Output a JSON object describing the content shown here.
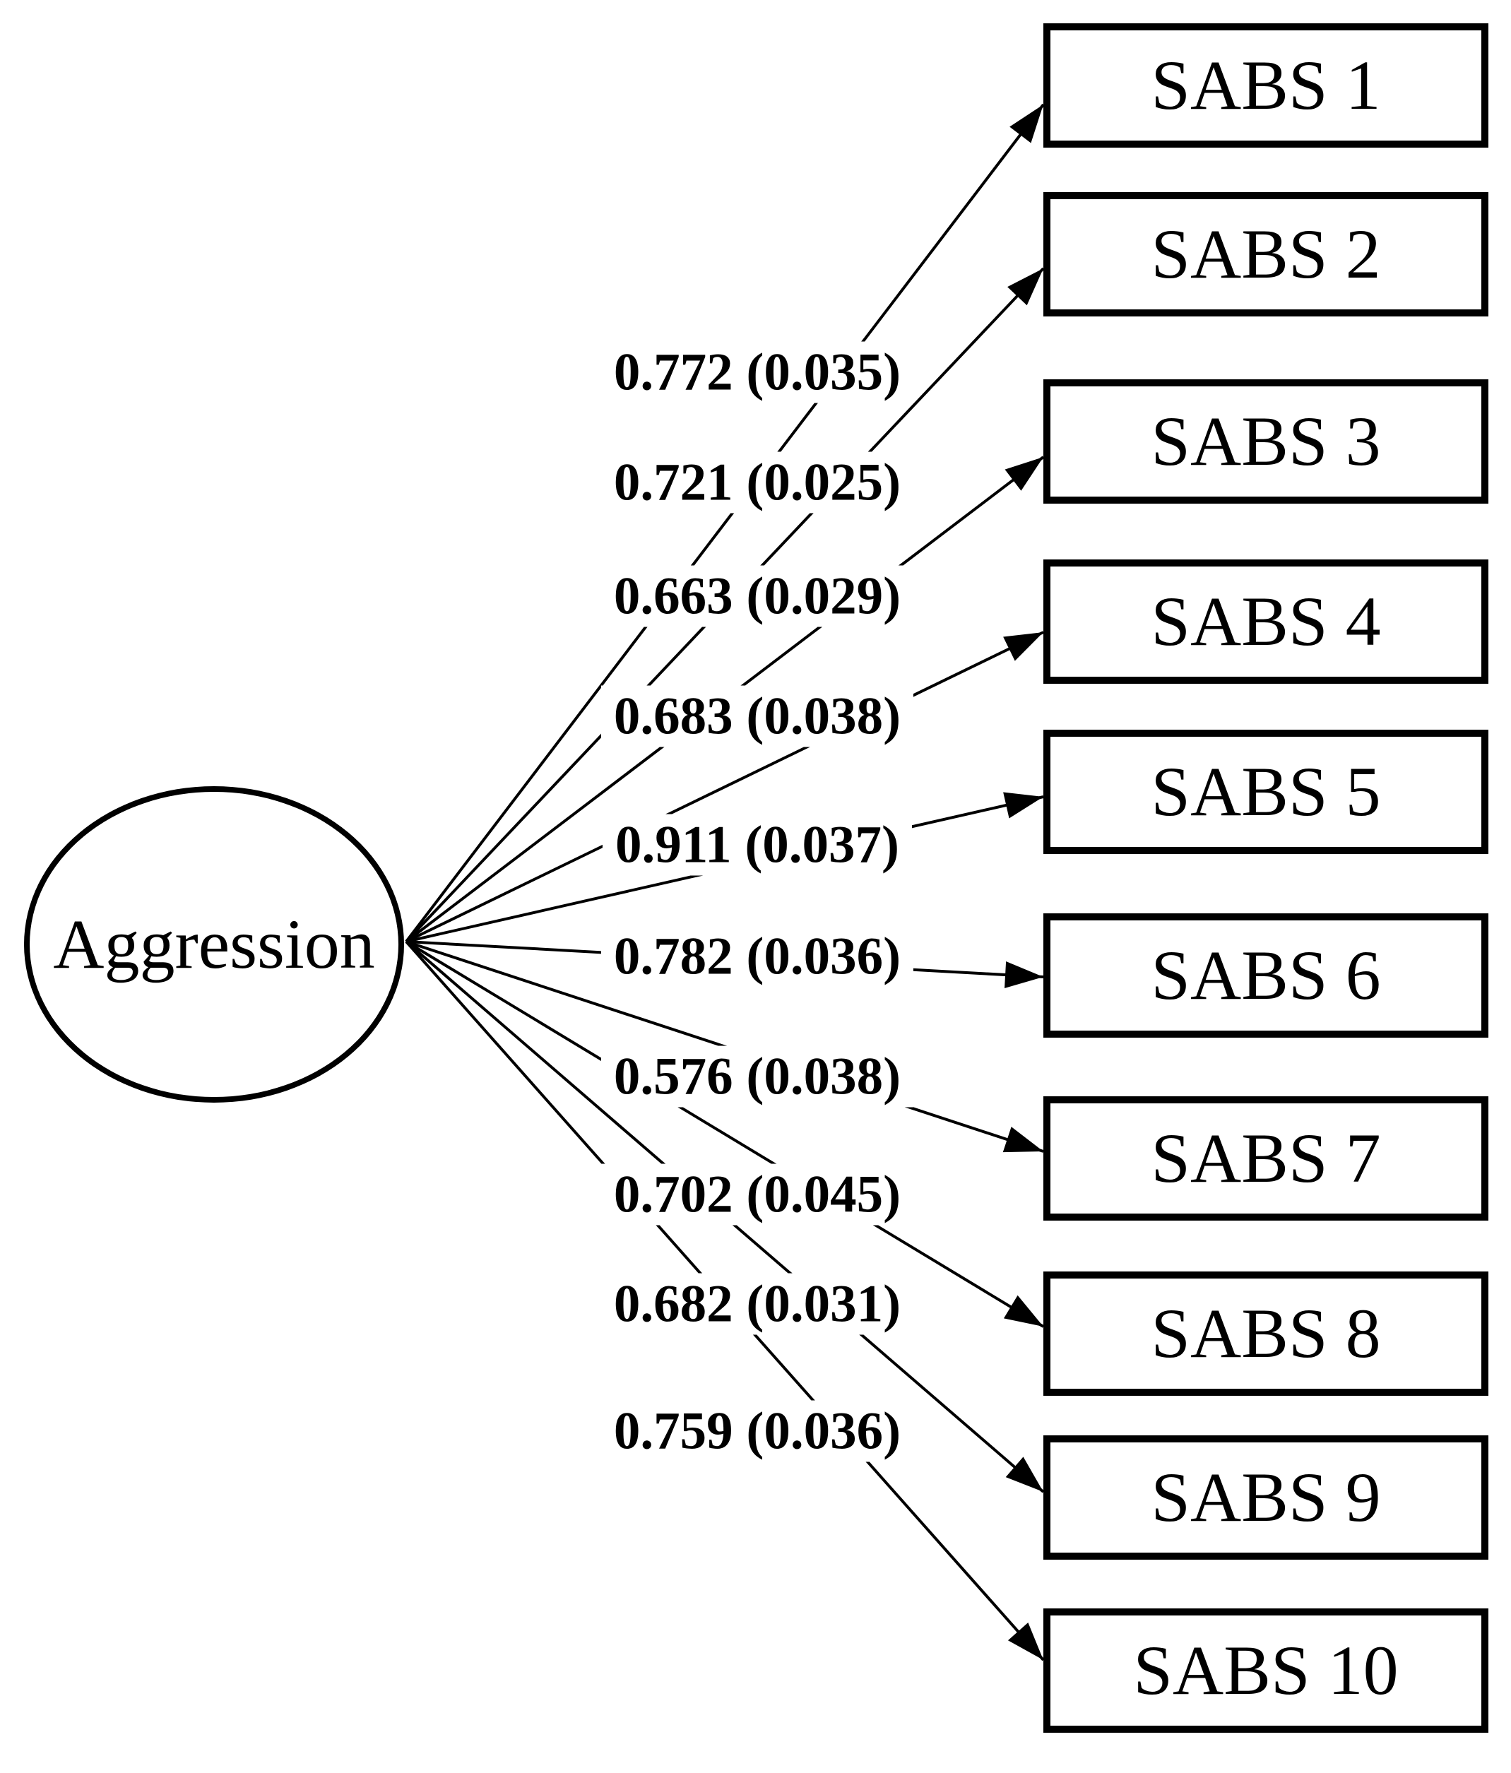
{
  "diagram": {
    "latent": {
      "label": "Aggression",
      "shape": "ellipse"
    },
    "indicators": [
      {
        "name": "SABS 1"
      },
      {
        "name": "SABS 2"
      },
      {
        "name": "SABS 3"
      },
      {
        "name": "SABS 4"
      },
      {
        "name": "SABS 5"
      },
      {
        "name": "SABS 6"
      },
      {
        "name": "SABS 7"
      },
      {
        "name": "SABS 8"
      },
      {
        "name": "SABS 9"
      },
      {
        "name": "SABS 10"
      }
    ],
    "loadings": [
      {
        "target": "SABS 1",
        "estimate": 0.772,
        "se": 0.035,
        "label": "0.772 (0.035)"
      },
      {
        "target": "SABS 2",
        "estimate": 0.721,
        "se": 0.025,
        "label": "0.721 (0.025)"
      },
      {
        "target": "SABS 3",
        "estimate": 0.663,
        "se": 0.029,
        "label": "0.663 (0.029)"
      },
      {
        "target": "SABS 4",
        "estimate": 0.683,
        "se": 0.038,
        "label": "0.683 (0.038)"
      },
      {
        "target": "SABS 5",
        "estimate": 0.911,
        "se": 0.037,
        "label": "0.911 (0.037)"
      },
      {
        "target": "SABS 6",
        "estimate": 0.782,
        "se": 0.036,
        "label": "0.782 (0.036)"
      },
      {
        "target": "SABS 7",
        "estimate": 0.576,
        "se": 0.038,
        "label": "0.576 (0.038)"
      },
      {
        "target": "SABS 8",
        "estimate": 0.702,
        "se": 0.045,
        "label": "0.702 (0.045)"
      },
      {
        "target": "SABS 9",
        "estimate": 0.682,
        "se": 0.031,
        "label": "0.682 (0.031)"
      },
      {
        "target": "SABS 10",
        "estimate": 0.759,
        "se": 0.036,
        "label": "0.759 (0.036)"
      }
    ],
    "colors": {
      "ink": "#000000",
      "background": "#ffffff"
    }
  }
}
